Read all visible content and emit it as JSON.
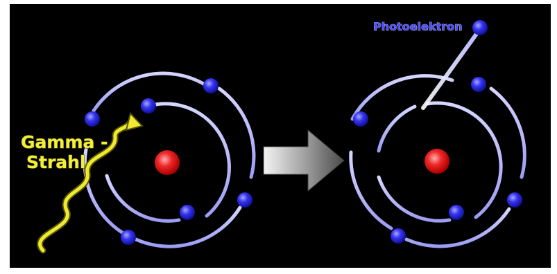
{
  "labels": {
    "gamma_line1": "Gamma -",
    "gamma_line2": "Strahl",
    "photoelectron": "Photoelektron"
  },
  "colors": {
    "background": "#000000",
    "frame": "#ffffff",
    "orbit": "#c8c8ff",
    "electron": "#2f2fe8",
    "nucleus": "#e01818",
    "gamma_ray": "#e8e020",
    "arrow": "#6f6f6f"
  },
  "icons": {
    "transition_arrow": "right-arrow-icon",
    "gamma_ray": "wavy-arrow-icon"
  }
}
